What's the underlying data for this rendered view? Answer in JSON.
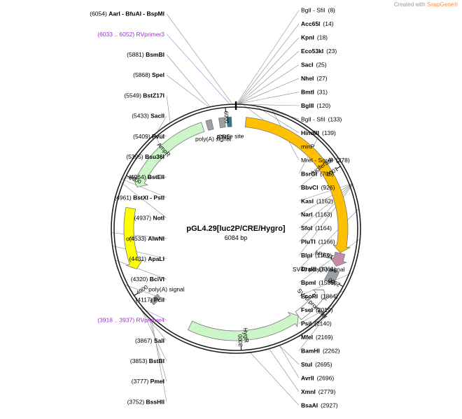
{
  "credit": {
    "text": "Created with",
    "brand": "SnapGene®"
  },
  "plasmid": {
    "name": "pGL4.29[luc2P/CRE/Hygro]",
    "size": "6084 bp",
    "length": 6084
  },
  "ticks": [
    "1000",
    "2000",
    "3000",
    "4000",
    "5000",
    "6000"
  ],
  "features": [
    {
      "name": "luciferase",
      "start": 88,
      "end": 1740,
      "color": "#ffc000",
      "type": "arrow"
    },
    {
      "name": "hPEST",
      "start": 1745,
      "end": 1868,
      "color": "#c48aa8",
      "type": "arrow"
    },
    {
      "name": "SV40 poly(A) signal",
      "start": 1905,
      "end": 2027,
      "color": "#9aa0a6",
      "type": "box"
    },
    {
      "name": "SV40 promoter",
      "start": 2110,
      "end": 2440,
      "color": "#ffffff",
      "type": "arrow",
      "reverse": true
    },
    {
      "name": "HygR",
      "start": 2440,
      "end": 3470,
      "color": "#ccf5c8",
      "type": "arrow",
      "reverse": true
    },
    {
      "name": "poly(A) signal",
      "start": 3840,
      "end": 3888,
      "color": "#9aa0a6",
      "type": "box"
    },
    {
      "name": "ori",
      "start": 4190,
      "end": 4750,
      "color": "#ffff00",
      "type": "arrow",
      "reverse": true
    },
    {
      "name": "AmpR",
      "start": 4950,
      "end": 5780,
      "color": "#ccf5c8",
      "type": "arrow",
      "reverse": true
    },
    {
      "name": "poly(A) signal",
      "start": 5820,
      "end": 5870,
      "color": "#9aa0a6",
      "type": "box"
    },
    {
      "name": "CRE",
      "start": 5935,
      "end": 5985,
      "color": "#9aa0a6",
      "type": "box"
    },
    {
      "name": "pause site",
      "start": 6005,
      "end": 6045,
      "color": "#2a7a8a",
      "type": "box"
    },
    {
      "name": "minP",
      "start": 40,
      "end": 75,
      "color": "#ffffff",
      "type": "box"
    }
  ],
  "right_sites": [
    {
      "pos": "(8)",
      "name": "BglI - SfiI",
      "bold": false
    },
    {
      "pos": "(14)",
      "name": "Acc65I",
      "bold": true
    },
    {
      "pos": "(18)",
      "name": "KpnI",
      "bold": true
    },
    {
      "pos": "(23)",
      "name": "Eco53kI",
      "bold": true
    },
    {
      "pos": "(25)",
      "name": "SacI",
      "bold": true
    },
    {
      "pos": "(27)",
      "name": "NheI",
      "bold": true
    },
    {
      "pos": "(31)",
      "name": "BmtI",
      "bold": true
    },
    {
      "pos": "(120)",
      "name": "BglII",
      "bold": true
    },
    {
      "pos": "(133)",
      "name": "BglI - SfiI",
      "bold": false
    },
    {
      "pos": "(139)",
      "name": "HindIII",
      "bold": true
    },
    {
      "pos": "",
      "name": "minP",
      "bold": false
    },
    {
      "pos": "(278)",
      "name": "MreI - SgrAI",
      "bold": false
    },
    {
      "pos": "(705)",
      "name": "BsrGI",
      "bold": true
    },
    {
      "pos": "(926)",
      "name": "BbvCI",
      "bold": true
    },
    {
      "pos": "(1162)",
      "name": "KasI",
      "bold": true
    },
    {
      "pos": "(1163)",
      "name": "NarI",
      "bold": true
    },
    {
      "pos": "(1164)",
      "name": "SfoI",
      "bold": true
    },
    {
      "pos": "(1166)",
      "name": "PluTI",
      "bold": true
    },
    {
      "pos": "(1169)",
      "name": "BlpI",
      "bold": true
    },
    {
      "pos": "(1361)",
      "name": "DraIII",
      "bold": true
    },
    {
      "pos": "(1595)",
      "name": "BpmI",
      "bold": true
    },
    {
      "pos": "(1864)",
      "name": "EcoRI",
      "bold": true
    },
    {
      "pos": "(2019)",
      "name": "FseI",
      "bold": true
    },
    {
      "pos": "(2140)",
      "name": "PsiI",
      "bold": true
    },
    {
      "pos": "(2169)",
      "name": "MfeI",
      "bold": true
    },
    {
      "pos": "(2262)",
      "name": "BamHI",
      "bold": true
    },
    {
      "pos": "(2695)",
      "name": "StuI",
      "bold": true
    },
    {
      "pos": "(2696)",
      "name": "AvrII",
      "bold": true
    },
    {
      "pos": "(2779)",
      "name": "XmnI",
      "bold": true
    },
    {
      "pos": "(2927)",
      "name": "BsaAI",
      "bold": true
    }
  ],
  "left_sites": [
    {
      "pos": "(6054)",
      "name": "AarI - BfuAI - BspMI",
      "bold": true
    },
    {
      "pos": "(6033 .. 6052)",
      "name": "RVprimer3",
      "bold": false,
      "primer": true
    },
    {
      "pos": "(5881)",
      "name": "BsmBI",
      "bold": true
    },
    {
      "pos": "(5868)",
      "name": "SpeI",
      "bold": true
    },
    {
      "pos": "(5549)",
      "name": "BstZ17I",
      "bold": true
    },
    {
      "pos": "(5433)",
      "name": "SacII",
      "bold": true
    },
    {
      "pos": "(5409)",
      "name": "PvuI",
      "bold": true
    },
    {
      "pos": "(5395)",
      "name": "Bsu36I",
      "bold": true
    },
    {
      "pos": "(4964)",
      "name": "BstEII",
      "bold": true
    },
    {
      "pos": "(4961)",
      "name": "BstXI - PstI",
      "bold": true
    },
    {
      "pos": "(4937)",
      "name": "NotI",
      "bold": true
    },
    {
      "pos": "(4533)",
      "name": "AlwNI",
      "bold": true
    },
    {
      "pos": "(4431)",
      "name": "ApaLI",
      "bold": true
    },
    {
      "pos": "(4320)",
      "name": "BciVI",
      "bold": true
    },
    {
      "pos": "(4117)",
      "name": "PciI",
      "bold": true
    },
    {
      "pos": "(3918 .. 3937)",
      "name": "RVprimer4",
      "bold": false,
      "primer": true
    },
    {
      "pos": "(3867)",
      "name": "SalI",
      "bold": true
    },
    {
      "pos": "(3853)",
      "name": "BstBI",
      "bold": true
    },
    {
      "pos": "(3777)",
      "name": "PmeI",
      "bold": true
    },
    {
      "pos": "(3752)",
      "name": "BssHII",
      "bold": true
    }
  ]
}
